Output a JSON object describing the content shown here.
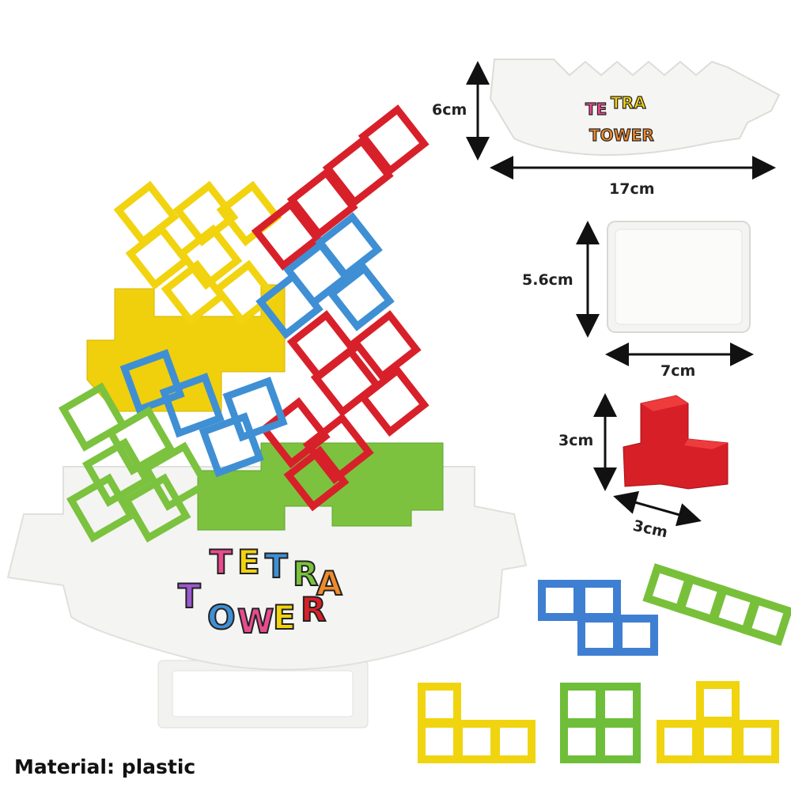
{
  "product": {
    "logo_text": "TETRA TOWER",
    "material_text": "Material: plastic"
  },
  "dimensions": {
    "base_height": "6cm",
    "base_width": "17cm",
    "stand_height": "5.6cm",
    "stand_width": "7cm",
    "block_height": "3cm",
    "block_width": "3cm"
  },
  "colors": {
    "yellow": "#f2d30f",
    "red": "#d8202a",
    "blue": "#3f8fd4",
    "green": "#7bc23e",
    "base": "#f3f3f1"
  }
}
